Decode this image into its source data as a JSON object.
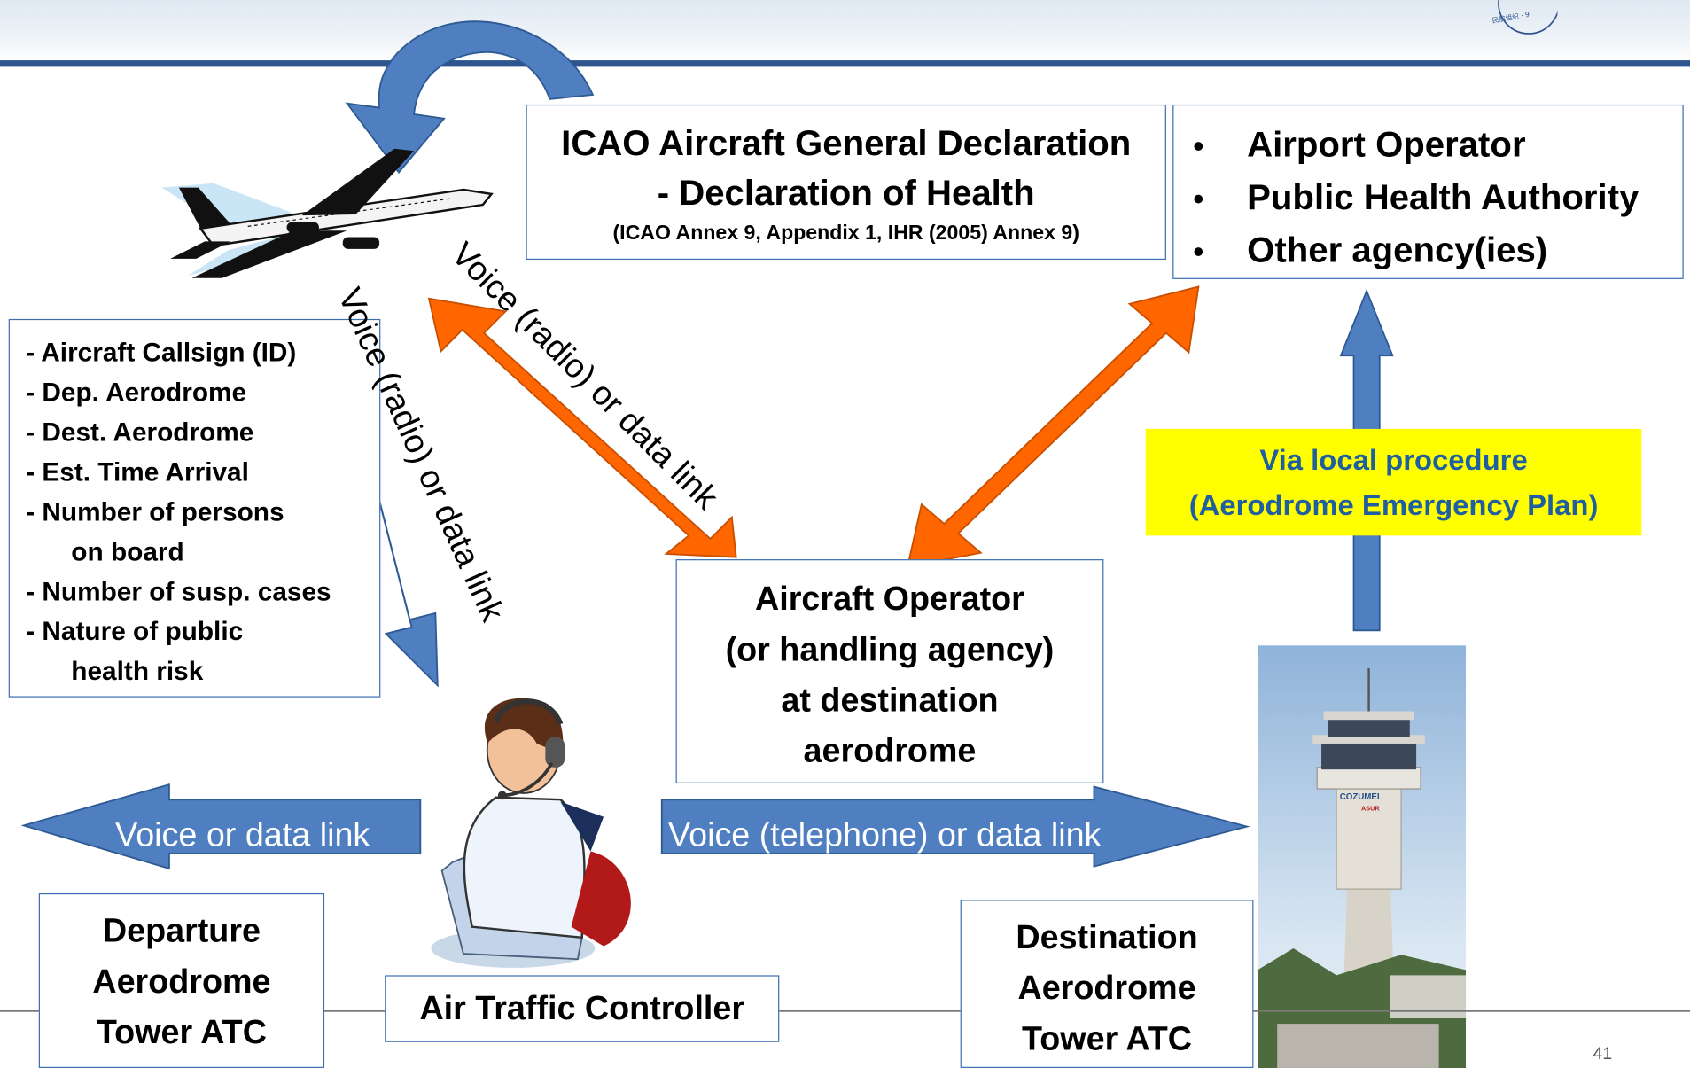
{
  "icao_declaration": {
    "title_line1": "ICAO Aircraft General Declaration",
    "title_line2": "- Declaration of Health",
    "reference": "(ICAO Annex 9, Appendix 1, IHR (2005) Annex 9)"
  },
  "notified_agencies": [
    "Airport Operator",
    "Public Health Authority",
    "Other agency(ies)"
  ],
  "aircraft_report_items": [
    "- Aircraft Callsign (ID)",
    "- Dep. Aerodrome",
    "- Dest. Aerodrome",
    "- Est. Time Arrival",
    "- Number of persons",
    "on board",
    "- Number of susp. cases",
    "- Nature of public",
    "health risk"
  ],
  "links": {
    "aircraft_to_atc": "Voice (radio) or data link",
    "aircraft_to_operator": "Voice (radio) or data link",
    "atc_to_departure": "Voice or data link",
    "atc_to_destination": "Voice (telephone) or data link"
  },
  "aircraft_operator": {
    "line1": "Aircraft  Operator",
    "line2": "(or handling agency)",
    "line3": "at destination",
    "line4": "aerodrome"
  },
  "local_procedure": {
    "line1": "Via local procedure",
    "line2": "(Aerodrome Emergency Plan)"
  },
  "departure_tower": {
    "line1": "Departure",
    "line2": "Aerodrome",
    "line3": "Tower ATC"
  },
  "destination_tower": {
    "line1": "Destination",
    "line2": "Aerodrome",
    "line3": "Tower ATC"
  },
  "controller_label": "Air Traffic Controller",
  "tower_signage": {
    "name": "COZUMEL",
    "brand": "ASUR"
  },
  "page_number": "41",
  "colors": {
    "box_border": "#3e6fb0",
    "blue_arrow": "#4f7fc0",
    "orange_arrow": "#ff6600",
    "highlight": "#ffff00",
    "highlight_text": "#1f5fa0",
    "header_rule": "#2f5590"
  }
}
